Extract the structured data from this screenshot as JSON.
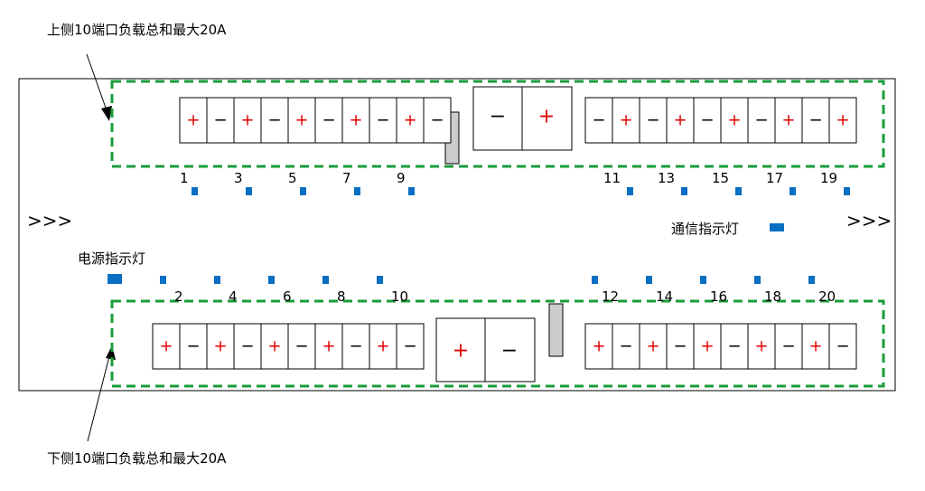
{
  "labels": {
    "top_caption": "上侧10端口负载总和最大20A",
    "bottom_caption": "下侧10端口负载总和最大20A",
    "comm_indicator": "通信指示灯",
    "power_indicator": "电源指示灯",
    "left_arrows": ">>>",
    "right_arrows": ">>>"
  },
  "symbols": {
    "plus": "+",
    "minus": "−"
  },
  "colors": {
    "dashed_group": "#1a9c3a",
    "plus": "#e00000",
    "indicator": "#0a6fc2",
    "fuse": "#cccccc"
  },
  "top_left_ports": [
    {
      "num": "1",
      "order": [
        "+",
        "−"
      ]
    },
    {
      "num": "3",
      "order": [
        "+",
        "−"
      ]
    },
    {
      "num": "5",
      "order": [
        "+",
        "−"
      ]
    },
    {
      "num": "7",
      "order": [
        "+",
        "−"
      ]
    },
    {
      "num": "9",
      "order": [
        "+",
        "−"
      ]
    }
  ],
  "top_right_ports": [
    {
      "num": "11",
      "order": [
        "−",
        "+"
      ]
    },
    {
      "num": "13",
      "order": [
        "−",
        "+"
      ]
    },
    {
      "num": "15",
      "order": [
        "−",
        "+"
      ]
    },
    {
      "num": "17",
      "order": [
        "−",
        "+"
      ]
    },
    {
      "num": "19",
      "order": [
        "−",
        "+"
      ]
    }
  ],
  "bottom_left_ports": [
    {
      "num": "2"
    },
    {
      "num": "4"
    },
    {
      "num": "6"
    },
    {
      "num": "8"
    },
    {
      "num": "10"
    }
  ],
  "bottom_right_ports": [
    {
      "num": "12"
    },
    {
      "num": "14"
    },
    {
      "num": "16"
    },
    {
      "num": "18"
    },
    {
      "num": "20"
    }
  ],
  "top_main_terminal": [
    "−",
    "+"
  ],
  "bottom_main_terminal": [
    "+",
    "−"
  ]
}
